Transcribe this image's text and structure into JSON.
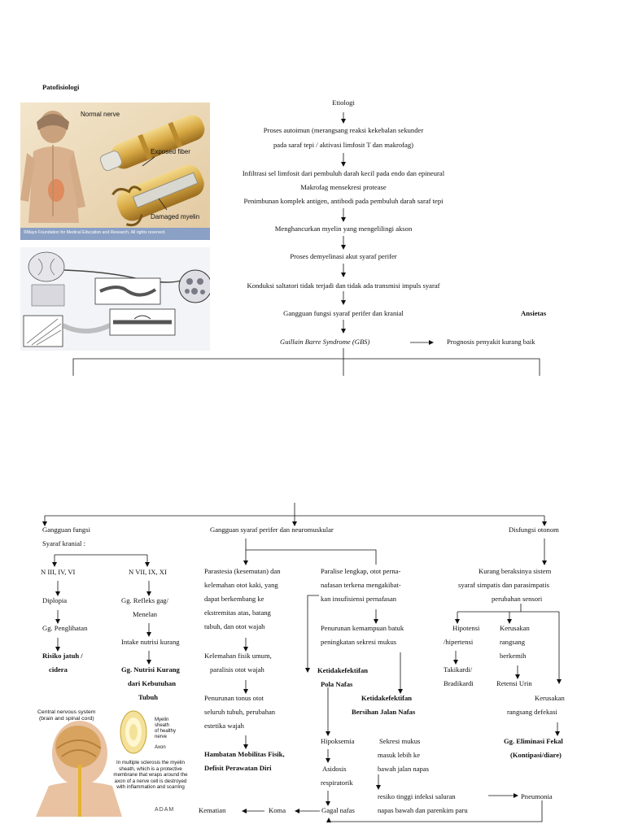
{
  "page_title": "Patofisiologi",
  "images": {
    "nerve_photo": {
      "label_normal": "Normal nerve",
      "label_exposed": "Exposed fiber",
      "label_damaged": "Damaged myelin",
      "copyright": "©Mayo Foundation for Medical Education and Research.  All rights reserved."
    },
    "ms_illustration": {
      "label_cns": "Central nervous system",
      "label_cns_sub": "(brain and spinal cord)",
      "label_myelin": "Myelin",
      "label_sheath": "sheath",
      "label_of": "of healthy",
      "label_nerve": "nerve",
      "label_axon": "Axon",
      "caption": "In multiple sclerosis the myelin sheath, which is a protective membrane that wraps around the axon of a nerve cell is destroyed with inflammation and scarring",
      "brand": "ADAM"
    }
  },
  "top_flow": {
    "etiologi": "Etiologi",
    "s1a": "Proses autoimun (merangsang reaksi kekebalan sekunder",
    "s1b": "pada saraf tepi / aktivasi limfosit  T dan makrofag)",
    "s2a": "Infiltrasi sel limfosit dari pembuluh darah kecil pada endo dan epineural",
    "s2b": "Makrofag mensekresi protease",
    "s2c": "Penimbunan komplek antigen, antibodi pada pembuluh darah saraf tepi",
    "s3": "Menghancurkan myelin yang mengelilingi akson",
    "s4": "Proses demyelinasi akut syaraf perifer",
    "s5": "Konduksi saltatori tidak terjadi dan tidak ada transmisi impuls syaraf",
    "s6": "Gangguan fungsi syaraf perifer dan kranial",
    "ansietas": "Ansietas",
    "gbs": "Guillain Barre Syndrome (GBS)",
    "prognosis": "Prognosis penyakit kurang baik"
  },
  "col_kranial": {
    "head1": "Gangguan fungsi",
    "head2": "Syaraf kranial :",
    "n3": "N III, IV, VI",
    "n7": "N VII, IX, XI",
    "diplopia": "Diplopia",
    "penglihatan": "Gg. Penglihatan",
    "risiko1": "Risiko jatuh /",
    "risiko2": "cidera",
    "refleks1": "Gg. Refleks gag/",
    "refleks2": "Menelan",
    "intake": "Intake nutrisi kurang",
    "nutrisi1": "Gg. Nutrisi Kurang",
    "nutrisi2": "dari Kebutuhan",
    "nutrisi3": "Tubuh"
  },
  "col_perifer": {
    "head": "Gangguan syaraf perifer dan neuromuskular",
    "par1": "Parastesia (kesemutan) dan",
    "par2": "kelemahan otot kaki, yang",
    "par3": "dapat berkembang ke",
    "par4": "ekstremitas atas, batang",
    "par5": "tubuh, dan otot wajah",
    "kel1": "Kelemahan fisik umum,",
    "kel2": "paralisis otot wajah",
    "pen1": "Penurunan tonus otot",
    "pen2": "seluruh tubuh, perubahan",
    "pen3": "estetika wajah",
    "ham1": "Hambatan Mobilitas Fisik,",
    "ham2": "Defisit Perawatan Diri",
    "pl1": "Paralise lengkap, otot perna-",
    "pl2": "nafasan terkena mengakibat-",
    "pl3": "kan insufisiensi pernafasan",
    "pb1": "Penurunan kemampuan batuk",
    "pb2": "peningkatan sekresi mukus",
    "kpn1": "Ketidakefektifan",
    "kpn2": "Pola Nafas",
    "kbj1": "Ketidakefektifan",
    "kbj2": "Bersihan Jalan Nafas",
    "hipoksemia": "Hipoksemia",
    "asidosis1": "Asidosis",
    "asidosis2": "respiratorik",
    "sek1": "Sekresi mukus",
    "sek2": "masuk lebih ke",
    "sek3": "bawah jalan napas",
    "res1": "resiko tinggi infeksi saluran",
    "res2": "napas bawah dan parenkim paru",
    "pneumonia": "Pneumonia",
    "gagal": "Gagal nafas",
    "koma": "Koma",
    "kematian": "Kematian"
  },
  "col_otonom": {
    "head": "Disfungsi otonom",
    "kb1": "Kurang beraksinya sistem",
    "kb2": "syaraf simpatis dan parasimpatis",
    "kb3": "perubahan sensori",
    "hipo1": "Hipotensi",
    "hipo2": "/hipertensi",
    "tak1": "Takikardi/",
    "tak2": "Bradikardi",
    "kr1": "Kerusakan",
    "kr2": "rangsang",
    "kr3": "berkemih",
    "retensi": "Retensi Urin",
    "kd1": "Kerusakan",
    "kd2": "rangsang defekasi",
    "el1": "Gg. Eliminasi Fekal",
    "el2": "(Kontipasi/diare)"
  }
}
